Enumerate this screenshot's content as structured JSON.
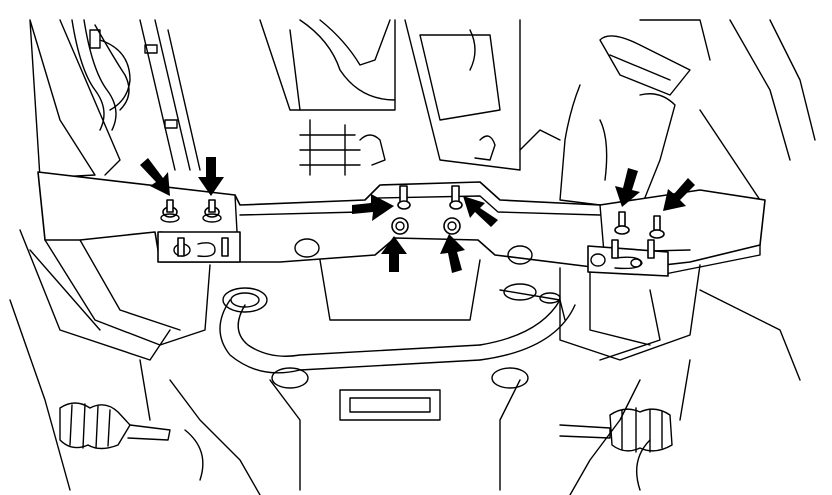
{
  "figure": {
    "description_visible_text": "",
    "background_color": "#ffffff",
    "line_color": "#000000",
    "indicator_arrows": [
      {
        "id": "arrow-bracket-left-1",
        "target": "left-crossmember-bolt-1"
      },
      {
        "id": "arrow-bracket-left-2",
        "target": "left-crossmember-bolt-2"
      },
      {
        "id": "arrow-center-upper-left",
        "target": "center-bolt-upper-left"
      },
      {
        "id": "arrow-center-upper-right",
        "target": "center-bolt-upper-right"
      },
      {
        "id": "arrow-center-lower-left",
        "target": "center-nut-lower-left"
      },
      {
        "id": "arrow-center-lower-right",
        "target": "center-nut-lower-right"
      },
      {
        "id": "arrow-bracket-right-1",
        "target": "right-crossmember-bolt-1"
      },
      {
        "id": "arrow-bracket-right-2",
        "target": "right-crossmember-bolt-2"
      }
    ]
  }
}
